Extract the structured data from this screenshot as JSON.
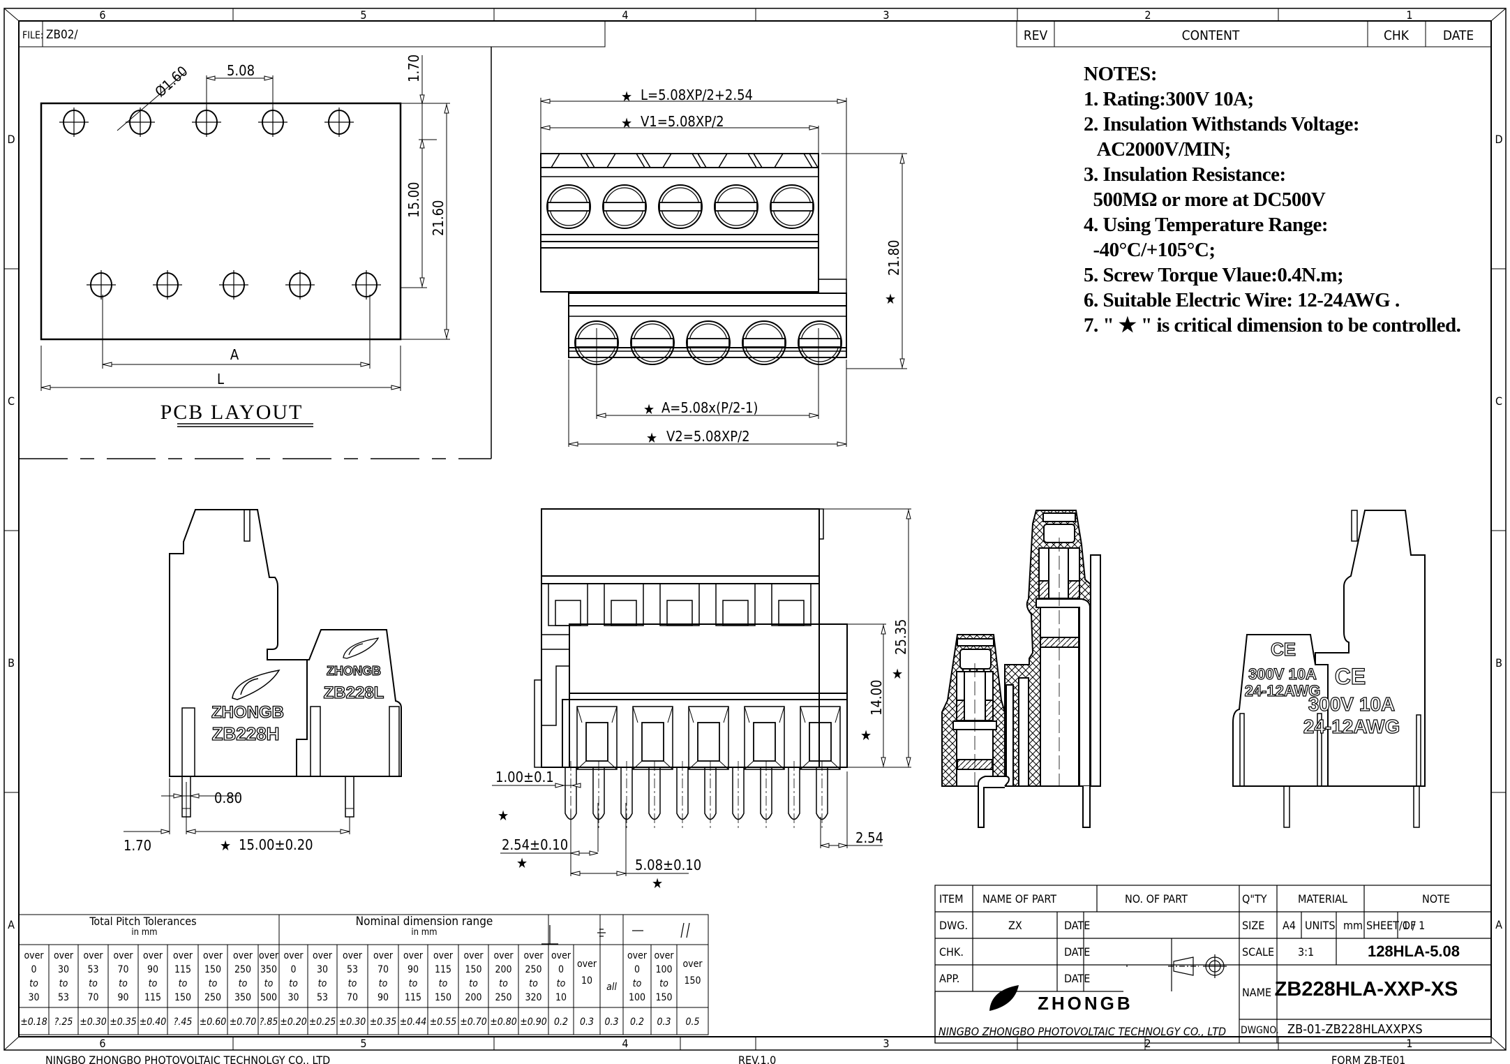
{
  "border": {
    "zones_top": [
      "6",
      "5",
      "4",
      "3",
      "2",
      "1"
    ],
    "zones_side": [
      "D",
      "C",
      "B",
      "A"
    ],
    "file_label": "FILE:",
    "file_value": "ZB02/"
  },
  "revision_table": {
    "headers": [
      "REV",
      "CONTENT",
      "CHK",
      "DATE"
    ]
  },
  "notes": {
    "title": "NOTES:",
    "lines": [
      "1. Rating:300V 10A;",
      "2. Insulation Withstands Voltage:",
      "   AC2000V/MIN;",
      "3. Insulation Resistance:",
      "  500MΩ or more at DC500V",
      "4. Using Temperature Range:",
      "  -40°C/+105°C;",
      "5. Screw Torque Vlaue:0.4N.m;",
      "6. Suitable Electric Wire: 12-24AWG .",
      "7. \" ★ \" is critical dimension to be controlled."
    ]
  },
  "pcb_layout": {
    "title": "PCB LAYOUT",
    "dims": {
      "hole_dia": "Ø1.60",
      "pitch": "5.08",
      "edge_offset": "1.70",
      "row_spacing": "15.00",
      "total_height": "21.60",
      "span_a": "A",
      "span_l": "L"
    },
    "holes_per_row": 5
  },
  "top_view": {
    "dims": {
      "l": "L=5.08XP/2+2.54",
      "v1": "V1=5.08XP/2",
      "height": "21.80",
      "a": "A=5.08x(P/2-1)",
      "v2": "V2=5.08XP/2"
    },
    "critical_mark": "★",
    "screws_per_row": 5
  },
  "side_view": {
    "brand_h": "ZHONGB",
    "model_h": "ZB228H",
    "brand_l": "ZHONGB",
    "model_l": "ZB228L",
    "dims": {
      "pin_width": "0.80",
      "pin_offset": "1.70",
      "pin_spacing": "15.00±0.20"
    }
  },
  "front_view": {
    "dims": {
      "total_height": "25.35",
      "lower_height": "14.00",
      "pin_width": "1.00±0.1",
      "pin_pitch": "2.54±0.10",
      "row_pitch": "5.08±0.10",
      "edge": "2.54"
    },
    "pins": 10
  },
  "rear_view": {
    "ce_mark": "CE",
    "rating": "300V 10A",
    "awg": "24-12AWG"
  },
  "tolerance_table": {
    "group1_title": "Total Pitch Tolerances",
    "group1_unit": "in mm",
    "group2_title": "Nominal dimension range",
    "group2_unit": "in mm",
    "symbols": [
      "⊥",
      "⌯",
      "—",
      "//"
    ],
    "ranges": [
      [
        "over",
        "0",
        "to",
        "30"
      ],
      [
        "over",
        "30",
        "to",
        "53"
      ],
      [
        "over",
        "53",
        "to",
        "70"
      ],
      [
        "over",
        "70",
        "to",
        "90"
      ],
      [
        "over",
        "90",
        "to",
        "115"
      ],
      [
        "over",
        "115",
        "to",
        "150"
      ],
      [
        "over",
        "150",
        "to",
        "250"
      ],
      [
        "over",
        "250",
        "to",
        "350"
      ],
      [
        "over",
        "350",
        "to",
        "500"
      ],
      [
        "over",
        "0",
        "to",
        "30"
      ],
      [
        "over",
        "30",
        "to",
        "53"
      ],
      [
        "over",
        "53",
        "to",
        "70"
      ],
      [
        "over",
        "70",
        "to",
        "90"
      ],
      [
        "over",
        "90",
        "to",
        "115"
      ],
      [
        "over",
        "115",
        "to",
        "150"
      ],
      [
        "over",
        "150",
        "to",
        "200"
      ],
      [
        "over",
        "200",
        "to",
        "250"
      ],
      [
        "over",
        "250",
        "to",
        "320"
      ],
      [
        "over",
        "0",
        "to",
        "10"
      ],
      [
        "over",
        "10",
        "",
        ""
      ],
      [
        "all",
        "",
        "",
        ""
      ],
      [
        "over",
        "0",
        "to",
        "100"
      ],
      [
        "over",
        "100",
        "to",
        "150"
      ],
      [
        "over",
        "150",
        "",
        ""
      ]
    ],
    "values": [
      "±0.18",
      "?.25",
      "±0.30",
      "±0.35",
      "±0.40",
      "?.45",
      "±0.60",
      "±0.70",
      "?.85",
      "±0.20",
      "±0.25",
      "±0.30",
      "±0.35",
      "±0.44",
      "±0.55",
      "±0.70",
      "±0.80",
      "±0.90",
      "0.2",
      "0.3",
      "0.3",
      "0.2",
      "0.3",
      "0.5"
    ]
  },
  "title_block": {
    "row1": [
      "ITEM",
      "NAME OF PART",
      "NO. OF PART",
      "Q\"TY",
      "MATERIAL",
      "NOTE"
    ],
    "dwg_label": "DWG.",
    "dwg_value": "ZX",
    "date_label": "DATE",
    "chk_label": "CHK.",
    "app_label": "APP.",
    "size_label": "SIZE",
    "size_value": "A4",
    "units_label": "UNITS",
    "units_value": "mm",
    "sheet_label": "SHEET/OF",
    "sheet_value": "1 / 1",
    "scale_label": "SCALE",
    "scale_value": "3:1",
    "part_code": "128HLA-5.08",
    "name_label": "NAME",
    "name_value": "ZB228HLA-XXP-XS",
    "dwgno_label": "DWGNO.",
    "dwgno_value": "ZB-01-ZB228HLAXXPXS",
    "company_logo": "ZHONGB",
    "company_name": "NINGBO ZHONGBO PHOTOVOLTAIC TECHNOLGY CO., LTD"
  },
  "footer": {
    "left": "NINGBO ZHONGBO PHOTOVOLTAIC TECHNOLGY CO., LTD",
    "center": "REV.1.0",
    "right": "FORM ZB-TE01"
  }
}
